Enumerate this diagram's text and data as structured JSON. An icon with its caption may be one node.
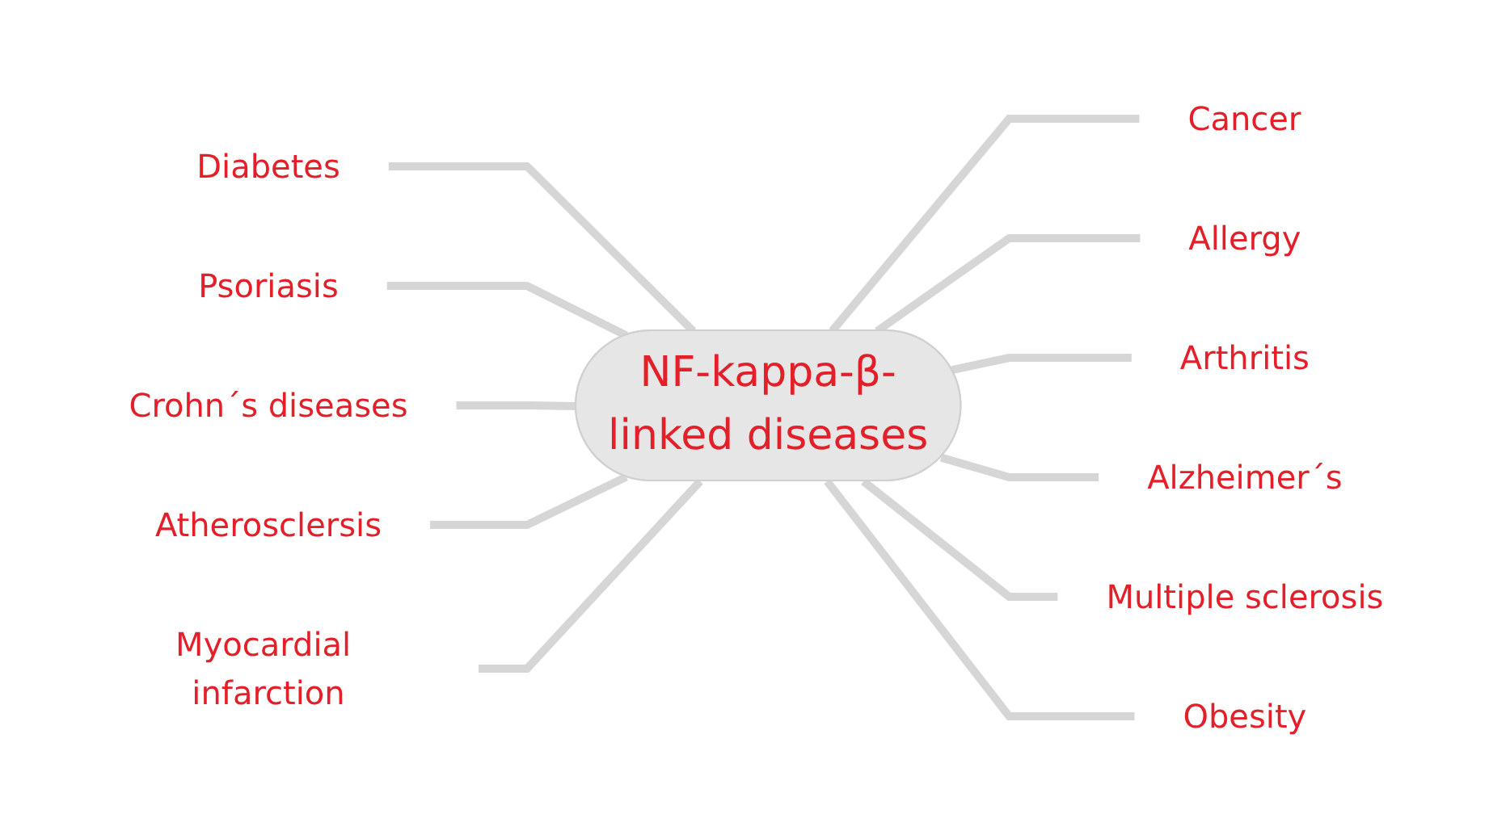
{
  "diagram": {
    "nodes": [
      {
        "text": [
          "NF-kappa-β-linked diseases"
        ]
      },
      {
        "text": [
          "Cancer"
        ]
      },
      {
        "text": [
          "Diabetes"
        ]
      },
      {
        "text": [
          "Allergy"
        ]
      },
      {
        "text": [
          "Psoriasis"
        ]
      },
      {
        "text": [
          "Arthritis"
        ]
      },
      {
        "text": [
          "Crohn´s diseases"
        ]
      },
      {
        "text": [
          "Alzheimer´s"
        ]
      },
      {
        "text": [
          "Atherosclersis"
        ]
      },
      {
        "text": [
          "Multiple sclerosis"
        ]
      },
      {
        "text": [
          "Myocardial infarction"
        ]
      },
      {
        "text": [
          "Obesity"
        ]
      }
    ],
    "edges": [
      {
        "from": 0,
        "to": 1,
        "arrow": "none"
      },
      {
        "from": 0,
        "to": 2,
        "arrow": "none"
      },
      {
        "from": 0,
        "to": 3,
        "arrow": "none"
      },
      {
        "from": 0,
        "to": 4,
        "arrow": "none"
      },
      {
        "from": 0,
        "to": 5,
        "arrow": "none"
      },
      {
        "from": 0,
        "to": 6,
        "arrow": "none"
      },
      {
        "from": 0,
        "to": 7,
        "arrow": "none"
      },
      {
        "from": 0,
        "to": 8,
        "arrow": "none"
      },
      {
        "from": 0,
        "to": 9,
        "arrow": "none"
      },
      {
        "from": 0,
        "to": 10,
        "arrow": "none"
      },
      {
        "from": 0,
        "to": 11,
        "arrow": "none"
      }
    ]
  }
}
